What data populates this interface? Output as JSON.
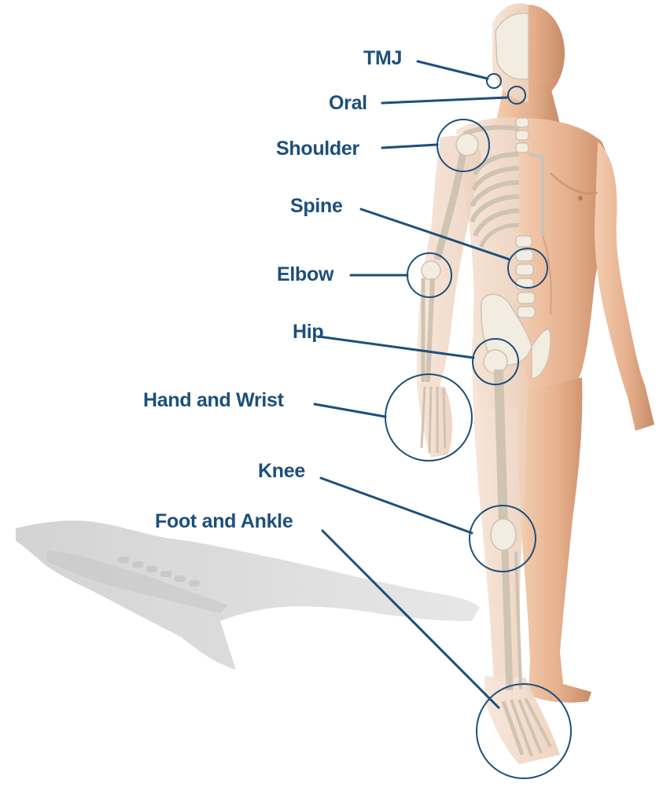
{
  "colors": {
    "label": "#1d4f7a",
    "line": "#1d4f7a",
    "skin": "#e9b896",
    "skin_shadow": "#c98f6c",
    "bone": "#ede5d8",
    "shadow": "#d3d3d3"
  },
  "labels": {
    "tmj": "TMJ",
    "oral": "Oral",
    "shoulder": "Shoulder",
    "spine": "Spine",
    "elbow": "Elbow",
    "hip": "Hip",
    "hand_wrist": "Hand and Wrist",
    "knee": "Knee",
    "foot_ankle": "Foot and Ankle"
  }
}
